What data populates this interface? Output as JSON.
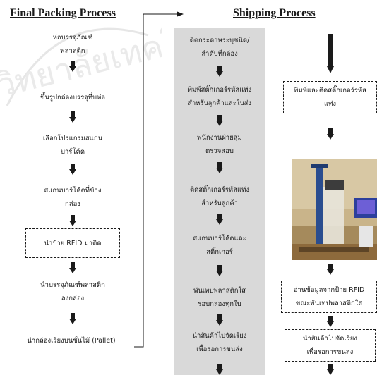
{
  "titles": {
    "left": "Final Packing Process",
    "right": "Shipping Process"
  },
  "left_column": [
    {
      "line1": "ห่อบรรจุภัณฑ์",
      "line2": "พลาสติก"
    },
    {
      "line1": "ขึ้นรูปกล่องบรรจุที่บห่อ",
      "line2": ""
    },
    {
      "line1": "เลือกโปรแกรมสแกน",
      "line2": "บาร์โค้ด"
    },
    {
      "line1": "สแกนบาร์โค้ดที่ข้าง",
      "line2": "กล่อง"
    },
    {
      "line1": "นำป้าย RFID มาติด",
      "line2": ""
    },
    {
      "line1": "นำบรรจุภัณฑ์พลาสติก",
      "line2": "ลงกล่อง"
    },
    {
      "line1": "นำกล่องเรียงบนชั้นไม้ (Pallet)",
      "line2": ""
    }
  ],
  "middle_column": [
    {
      "line1": "ติดกระดาษระบุชนิด/",
      "line2": "ลำดับที่กล่อง"
    },
    {
      "line1": "พิมพ์สติ๊กเกอร์รหัสแท่ง",
      "line2": "สำหรับลูกค้าและใบส่ง"
    },
    {
      "line1": "พนักงานฝ่ายสุ่ม",
      "line2": "ตรวจสอบ"
    },
    {
      "line1": "ติดสติ๊กเกอร์รหัสแท่ง",
      "line2": "สำหรับลูกค้า"
    },
    {
      "line1": "สแกนบาร์โค้ดและ",
      "line2": "สติ๊กเกอร์"
    },
    {
      "line1": "พันเทปพลาสติกใส",
      "line2": "รอบกล่องทุกใบ"
    },
    {
      "line1": "นำสินค้าไปจัดเรียง",
      "line2": "เพื่อรอการขนส่ง"
    }
  ],
  "right_column": [
    {
      "line1": "พิมพ์และติดสติ๊กเกอร์รหัส",
      "line2": "แท่ง"
    },
    {
      "line1": "อ่านข้อมูลจากป้าย RFID",
      "line2": "ขณะพันเทปพลาสติกใส"
    },
    {
      "line1": "นำสินค้าไปจัดเรียง",
      "line2": "เพื่อรอการขนส่ง"
    }
  ],
  "photo": {
    "description_icon": "pallet-wrapping-machine-photo"
  },
  "watermark": {
    "text": "วิทยาลัยเทคโนโลยี"
  },
  "colors": {
    "middle_column_bg": "#d9d9d9",
    "arrow": "#1a1a1a"
  }
}
